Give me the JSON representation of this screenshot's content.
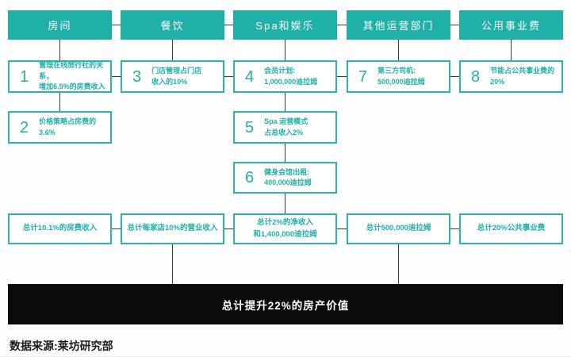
{
  "colors": {
    "teal": "#1FB0A7",
    "box_border": "#2ab4ab",
    "connector": "#3b3b3b",
    "summary_bar_bg": "#0b0b0b",
    "summary_bar_text": "#ffffff"
  },
  "columns": [
    {
      "header": "房间",
      "boxes": [
        {
          "num": "1",
          "text": "管理在线旅行社的关系，\n增加6.5%的房费收入"
        },
        {
          "num": "2",
          "text": "价格策略占房费的3.6%"
        }
      ],
      "total": "总计10.1%的房费收入"
    },
    {
      "header": "餐饮",
      "boxes": [
        {
          "num": "3",
          "text": "门店管理占门店\n收入的10%"
        }
      ],
      "total": "总计每家店10%的营业收入"
    },
    {
      "header": "Spa和娱乐",
      "boxes": [
        {
          "num": "4",
          "text": "会员计划:\n1,000,000迪拉姆"
        },
        {
          "num": "5",
          "text": "Spa 运营模式\n占总收入2%"
        },
        {
          "num": "6",
          "text": "健身会馆出租:\n400,000迪拉姆"
        }
      ],
      "total": "总计2%的净收入\n和1,400,000迪拉姆"
    },
    {
      "header": "其他运营部门",
      "boxes": [
        {
          "num": "7",
          "text": "第三方司机:\n500,000迪拉姆"
        }
      ],
      "total": "总计500,000迪拉姆"
    },
    {
      "header": "公用事业费",
      "boxes": [
        {
          "num": "8",
          "text": "节能占公共事业费的20%"
        }
      ],
      "total": "总计20%公共事业费"
    }
  ],
  "summary_bar": {
    "text": "总计提升22%的房产价值"
  },
  "source": {
    "text": "数据来源:莱坊研究部"
  }
}
